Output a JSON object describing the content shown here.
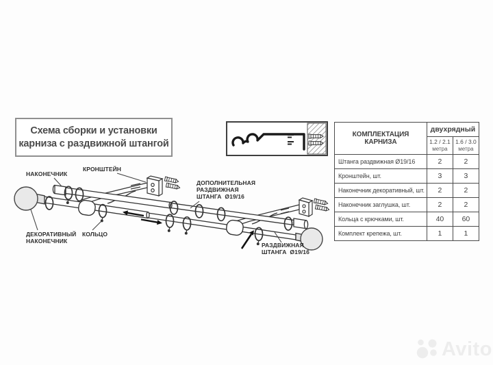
{
  "title_box": {
    "line1": "Схема сборки и установки",
    "line2": "карниза с раздвижной штангой"
  },
  "diagram": {
    "labels": {
      "endcap": "НАКОНЕЧНИК",
      "bracket": "КРОНШТЕЙН",
      "ring": "КОЛЬЦО",
      "decorative_line1": "ДЕКОРАТИВНЫЙ",
      "decorative_line2": "НАКОНЕЧНИК",
      "additional_line1": "ДОПОЛНИТЕЛЬНАЯ",
      "additional_line2": "РАЗДВИЖНАЯ",
      "additional_line3": "ШТАНГА  Ø19/16",
      "sliding_line1": "РАЗДВИЖНАЯ",
      "sliding_line2": "ШТАНГА  Ø19/16"
    }
  },
  "table": {
    "header": {
      "title": "КОМПЛЕКТАЦИЯ КАРНИЗА",
      "group": "двухрядный",
      "col1_size": "1.2 / 2.1",
      "col1_unit": "метра",
      "col2_size": "1.6 / 3.0",
      "col2_unit": "метра"
    },
    "rows": [
      {
        "label": "Штанга раздвижная Ø19/16",
        "v1": "2",
        "v2": "2"
      },
      {
        "label": "Кронштейн, шт.",
        "v1": "3",
        "v2": "3"
      },
      {
        "label": "Наконечник декоративный, шт.",
        "v1": "2",
        "v2": "2"
      },
      {
        "label": "Наконечник заглушка, шт.",
        "v1": "2",
        "v2": "2"
      },
      {
        "label": "Кольца с крючками, шт.",
        "v1": "40",
        "v2": "60"
      },
      {
        "label": "Комплект крепежа, шт.",
        "v1": "1",
        "v2": "1"
      }
    ]
  },
  "watermark": {
    "text": "Avito"
  },
  "colors": {
    "line": "#333333",
    "text": "#2d2d2d",
    "ball_fill": "#e9e9e9",
    "watermark": "#ededed"
  }
}
